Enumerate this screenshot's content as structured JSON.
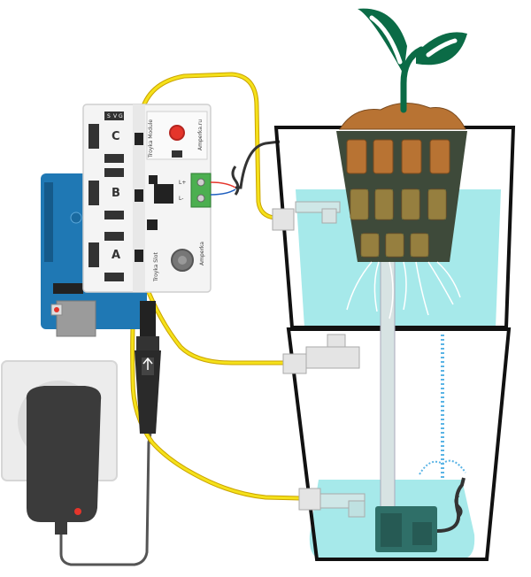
{
  "colors": {
    "wire_yellow": "#f5e11a",
    "water": "#a6e9ea",
    "water_dark": "#6fcfd3",
    "leaf_green": "#0b6b46",
    "arduino_blue": "#1f78b4",
    "shield_white": "#f4f4f4",
    "adapter_gray": "#3b3b3b",
    "pump_green": "#2f6f68",
    "clay_brown": "#b87333",
    "button_red": "#e5352b",
    "terminal_green": "#4caf50"
  },
  "shield": {
    "brand_main": "Amperka.ru",
    "brand_module": "Troyka Module",
    "brand_slot": "Troyka Slot",
    "brand_logo": "Amperka",
    "slot_labels": [
      "C",
      "B",
      "A"
    ],
    "pin_labels": [
      "S",
      "V",
      "G"
    ],
    "terminal_labels": [
      "L+",
      "L-"
    ]
  },
  "icons": [
    "plant-sprout-icon",
    "power-adapter-icon",
    "water-pump-icon",
    "flow-arrow-icon"
  ]
}
